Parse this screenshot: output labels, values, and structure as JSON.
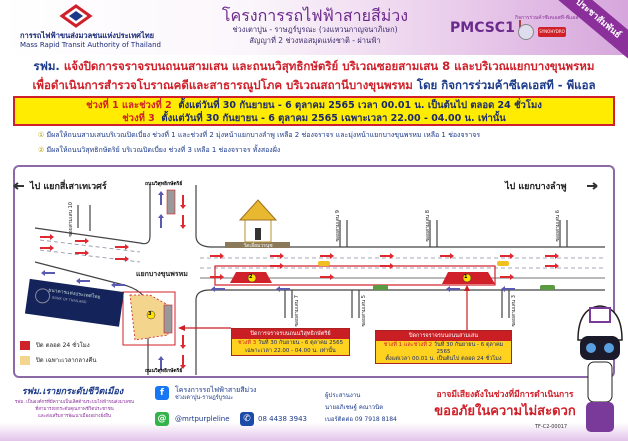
{
  "header": {
    "org_th": "การรถไฟฟ้าขนส่งมวลชนแห่งประเทศไทย",
    "org_en": "Mass Rapid Transit Authority of Thailand",
    "project_title": "โครงการรถไฟฟ้าสายสีม่วง",
    "project_sub1": "ช่วงเตาปูน - ราษฎร์บูรณะ (วงแหวนกาญจนาภิเษก)",
    "project_sub2": "สัญญาที่ 2 ช่วงหอสมุดแห่งชาติ - ผ่านฟ้า",
    "consultant": "PMCSC1",
    "jv_label": "กิจการร่วมค้าซีเคเอสที-พีแอล",
    "contractor_badge": "SYNOHYDRO",
    "ribbon": "ประชาสัมพันธ์"
  },
  "headline": {
    "line1_prefix": "รฟม.",
    "line1": "แจ้งปิดการจราจรบนถนนสามเสน และถนนวิสุทธิกษัตริย์ บริเวณซอยสามเสน 8 และบริเวณแยกบางขุนพรหม",
    "line2_main": "เพื่อดำเนินการสำรวจโบราณคดีและสาธารณูปโภค บริเวณสถานีบางขุนพรหม",
    "line2_by": "โดย กิจการร่วมค้าซีเคเอสที - พีแอล"
  },
  "schedule": [
    {
      "period": "ช่วงที่ 1 และช่วงที่ 2",
      "detail": "ตั้งแต่วันที่ 30 กันยายน - 6 ตุลาคม 2565 เวลา 00.01 น. เป็นต้นไป ตลอด 24 ชั่วโมง"
    },
    {
      "period": "ช่วงที่ 3",
      "detail": "ตั้งแต่วันที่ 30 กันยายน - 6 ตุลาคม 2565 เฉพาะเวลา 22.00 - 04.00 น. เท่านั้น"
    }
  ],
  "notes": [
    {
      "num": "①",
      "text": "มีผลให้ถนนสามเสนบริเวณปิดเบี่ยง ช่วงที่ 1 และช่วงที่ 2 มุ่งหน้าแยกบางลำพู เหลือ 2 ช่องจราจร และมุ่งหน้าแยกบางขุนพรหม เหลือ 1 ช่องจราจร"
    },
    {
      "num": "②",
      "text": "มีผลให้ถนนวิสุทธิกษัตริย์ บริเวณปิดเบี่ยง ช่วงที่ 3 เหลือ 1 ช่องจราจร ทั้งสองฝั่ง"
    }
  ],
  "map": {
    "to_left": "ไป แยกสี่เสาเทเวศร์",
    "to_right": "ไป แยกบางลำพู",
    "road_top": "ถนนวิสุทธิกษัตริย์",
    "road_bottom": "ถนนวิสุทธิกษัตริย์",
    "intersection": "แยกบางขุนพรหม",
    "temple": "วัดเอี่ยมวรนุช",
    "bank_th": "ธนาคารแห่งประเทศไทย",
    "bank_en": "BANK OF THAILAND",
    "sois_top": [
      "ซอยสามเสน 10",
      "ซอยสามเสน 9",
      "ซอยสามเสน 8",
      "ซอยสามเสน 6"
    ],
    "sois_bottom": [
      "ซอยสามเสน 7",
      "ซอยสามเสน 5",
      "ซอยสามเสน 3"
    ],
    "marker1": "1",
    "marker2": "2",
    "marker3": "3",
    "legend": [
      {
        "label": "ปิด ตลอด 24 ชั่วโมง",
        "color": "#d0202a"
      },
      {
        "label": "ปิด เฉพาะเวลากลางคืน",
        "color": "#f3d58e"
      }
    ],
    "callout_left": {
      "title": "ปิดการจราจรบนถนนวิสุทธิกษัตริย์",
      "period": "ช่วงที่ 3",
      "line1": "วันที่ 30 กันยายน - 6 ตุลาคม 2565",
      "line2": "เฉพาะเวลา 22.00 - 04.00 น. เท่านั้น"
    },
    "callout_right": {
      "title": "ปิดการจราจรบนถนนสามเสน",
      "period": "ช่วงที่ 1 และช่วงที่ 2",
      "line1": "วันที่ 30 กันยายน - 6 ตุลาคม 2565",
      "line2": "ตั้งแต่เวลา 00.01 น. เป็นต้นไป ตลอด 24 ชั่วโมง"
    }
  },
  "footer": {
    "slogan": "รฟม.เรายกระดับชีวิตเมือง",
    "slogan_sub1": "รฟม. เป็นองค์กรที่มีความเป็นเลิศด้านระบบไฟฟ้าขนส่งมวลชน",
    "slogan_sub2": "ที่สามารถยกระดับคุณภาพชีวิตประชาชน",
    "slogan_sub3": "และส่งเสริมการพัฒนาเมืองอย่างยั่งยืน",
    "fb_name": "โครงการรถไฟฟ้าสายสีม่วง",
    "fb_sub": "ช่วงเตาปูน-ราษฎร์บูรณะ",
    "line_id": "@mrtpurpleline",
    "phone": "08 4438 3943",
    "coordinator_title": "ผู้ประสานงาน",
    "coordinator_name": "นายอภิเชษฐ์  คณาวนิต",
    "coordinator_phone": "เบอร์ติดต่อ 09 7918 8184",
    "warning1": "อาจมีเสียงดังในช่วงที่มีการดำเนินการ",
    "warning2": "ขออภัยในความไม่สะดวก",
    "doc_code": "TF-C2-00017"
  }
}
